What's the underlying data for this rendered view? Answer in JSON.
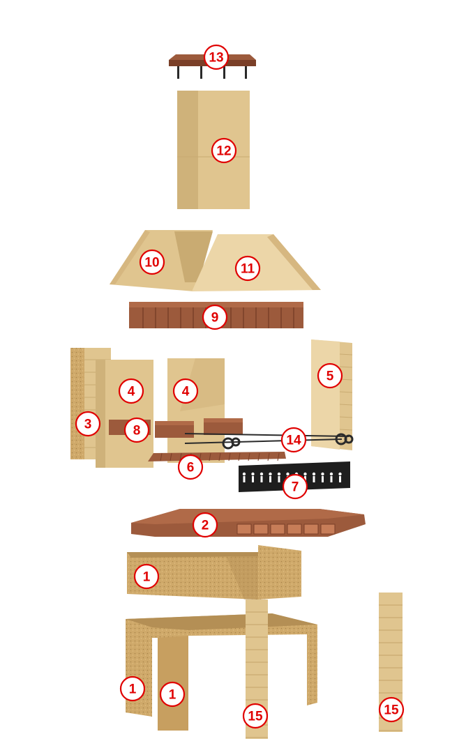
{
  "colors": {
    "light_brick": "#e0c58f",
    "light_brick_shade": "#c9ab72",
    "concrete": "#cfa96a",
    "concrete_dark": "#b48f55",
    "terracotta": "#9c5a3c",
    "terracotta_dark": "#7a3f28",
    "metal": "#2a2a2a",
    "callout_red": "#e00000"
  },
  "parts": [
    {
      "id": "13",
      "label": "13"
    },
    {
      "id": "12",
      "label": "12"
    },
    {
      "id": "10",
      "label": "10"
    },
    {
      "id": "11",
      "label": "11"
    },
    {
      "id": "9",
      "label": "9"
    },
    {
      "id": "4a",
      "label": "4"
    },
    {
      "id": "4b",
      "label": "4"
    },
    {
      "id": "5",
      "label": "5"
    },
    {
      "id": "3",
      "label": "3"
    },
    {
      "id": "8",
      "label": "8"
    },
    {
      "id": "14",
      "label": "14"
    },
    {
      "id": "6",
      "label": "6"
    },
    {
      "id": "7",
      "label": "7"
    },
    {
      "id": "2",
      "label": "2"
    },
    {
      "id": "1a",
      "label": "1"
    },
    {
      "id": "1b",
      "label": "1"
    },
    {
      "id": "1c",
      "label": "1"
    },
    {
      "id": "15a",
      "label": "15"
    },
    {
      "id": "15b",
      "label": "15"
    }
  ]
}
